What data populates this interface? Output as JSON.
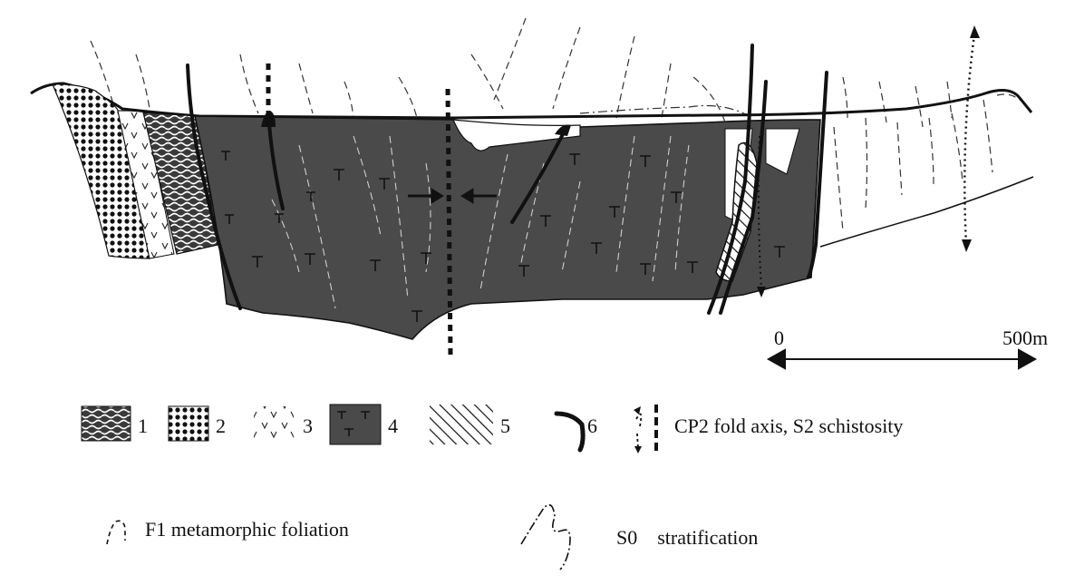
{
  "scale_bar": {
    "start_label": "0",
    "end_label": "500m"
  },
  "legend": {
    "items": [
      {
        "number": "1",
        "pattern": "wavy-texture-icon"
      },
      {
        "number": "2",
        "pattern": "dots-icon"
      },
      {
        "number": "3",
        "pattern": "v-marks-icon"
      },
      {
        "number": "4",
        "pattern": "dark-t-marks-icon"
      },
      {
        "number": "5",
        "pattern": "hatched-icon"
      },
      {
        "number": "6",
        "pattern": "thick-curve-icon"
      }
    ],
    "fold_axis_label": "CP2 fold axis, S2 schistosity",
    "foliation_label": "F1 metamorphic foliation",
    "stratification_label": "S0    stratification"
  },
  "colors": {
    "dark_fill": "#4a4a4a",
    "line": "#111111"
  }
}
